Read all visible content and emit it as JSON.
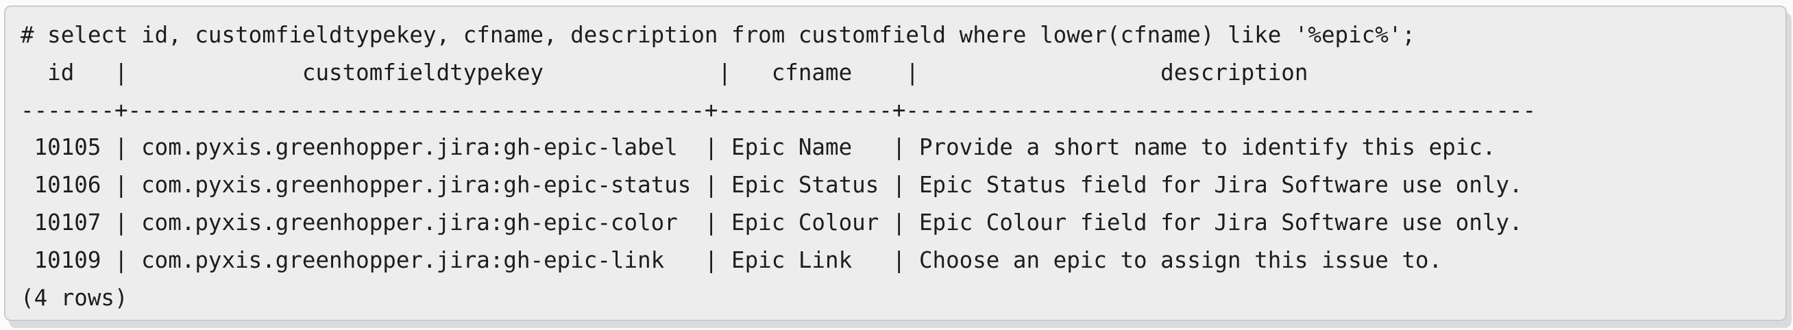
{
  "session": {
    "query": "# select id, customfieldtypekey, cfname, description from customfield where lower(cfname) like '%epic%';",
    "table": {
      "columns": [
        "id",
        "customfieldtypekey",
        "cfname",
        "description"
      ],
      "header_line": "  id   |             customfieldtypekey             |   cfname    |                  description",
      "separator_line": "-------+-------------------------------------------+-------------+-----------------------------------------------",
      "row_lines": [
        " 10105 | com.pyxis.greenhopper.jira:gh-epic-label  | Epic Name   | Provide a short name to identify this epic.",
        " 10106 | com.pyxis.greenhopper.jira:gh-epic-status | Epic Status | Epic Status field for Jira Software use only.",
        " 10107 | com.pyxis.greenhopper.jira:gh-epic-color  | Epic Colour | Epic Colour field for Jira Software use only.",
        " 10109 | com.pyxis.greenhopper.jira:gh-epic-link   | Epic Link   | Choose an epic to assign this issue to."
      ],
      "rows": [
        {
          "id": "10105",
          "customfieldtypekey": "com.pyxis.greenhopper.jira:gh-epic-label",
          "cfname": "Epic Name",
          "description": "Provide a short name to identify this epic."
        },
        {
          "id": "10106",
          "customfieldtypekey": "com.pyxis.greenhopper.jira:gh-epic-status",
          "cfname": "Epic Status",
          "description": "Epic Status field for Jira Software use only."
        },
        {
          "id": "10107",
          "customfieldtypekey": "com.pyxis.greenhopper.jira:gh-epic-color",
          "cfname": "Epic Colour",
          "description": "Epic Colour field for Jira Software use only."
        },
        {
          "id": "10109",
          "customfieldtypekey": "com.pyxis.greenhopper.jira:gh-epic-link",
          "cfname": "Epic Link",
          "description": "Choose an epic to assign this issue to."
        }
      ]
    },
    "footer": "(4 rows)",
    "colors": {
      "block_background": "#ededee",
      "block_border": "#c9cbce",
      "shadow": "#d9dbde",
      "text": "#1d1d1f",
      "page_background": "#fbfbfc"
    }
  }
}
